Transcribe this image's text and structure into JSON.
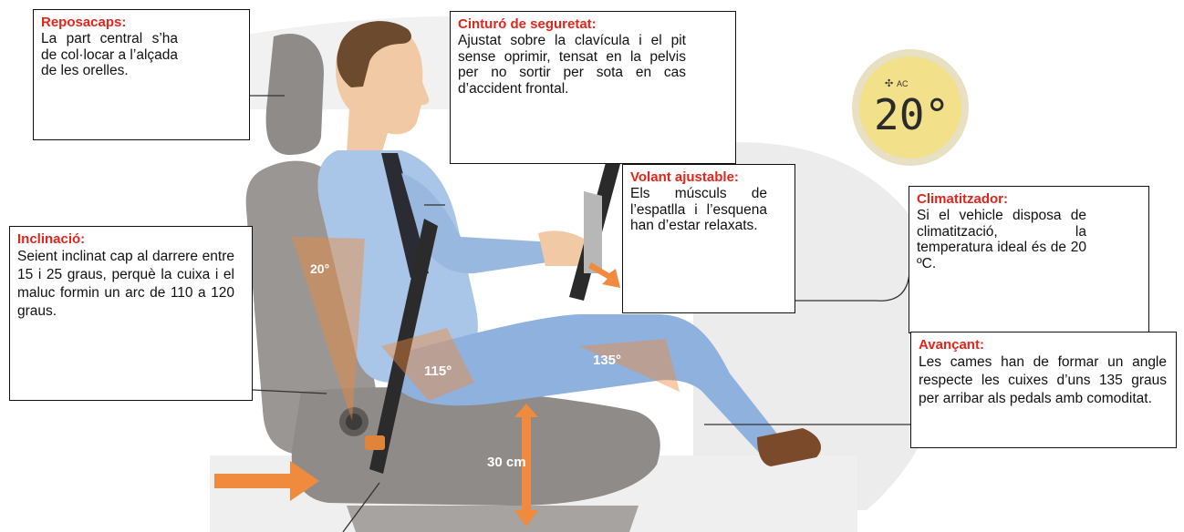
{
  "callouts": {
    "reposacaps": {
      "title": "Reposacaps:",
      "body": "La part central s’ha de col·locar a l’alçada de les orelles."
    },
    "cinturo": {
      "title": "Cinturó de seguretat:",
      "body": "Ajustat sobre la clavícula i el pit sense oprimir, tensat en la pelvis per no sortir per sota en cas d’accident frontal."
    },
    "volant": {
      "title": "Volant ajustable:",
      "body": "Els músculs de l’espatlla i l’esquena han d’estar relaxats."
    },
    "climatitzador": {
      "title": "Climatitzador:",
      "body": "Si el vehicle disposa de climatització, la temperatura ideal és de 20 ºC."
    },
    "inclinacio": {
      "title": "Inclinació:",
      "body": "Seient inclinat cap al darrere entre 15 i 25 graus, perquè la cuixa i el maluc formin un arc de 110 a 120 graus."
    },
    "avancant": {
      "title": "Avançant:",
      "body": "Les cames han de formar un angle respecte les cuixes d’uns 135 graus per arribar als pedals amb comoditat."
    }
  },
  "figure": {
    "angle_seat": "20°",
    "angle_hip": "115°",
    "angle_knee": "135°",
    "seat_height": "30 cm",
    "display_temp": "20°",
    "display_mode": "AC"
  },
  "colors": {
    "title_red": "#e3241b",
    "shirt_blue": "#a9c6e8",
    "pants_blue": "#8fb1dd",
    "seat_gray": "#8f8b88",
    "arrow_orange": "#f08a3c",
    "display_bg": "#f2e08a"
  }
}
